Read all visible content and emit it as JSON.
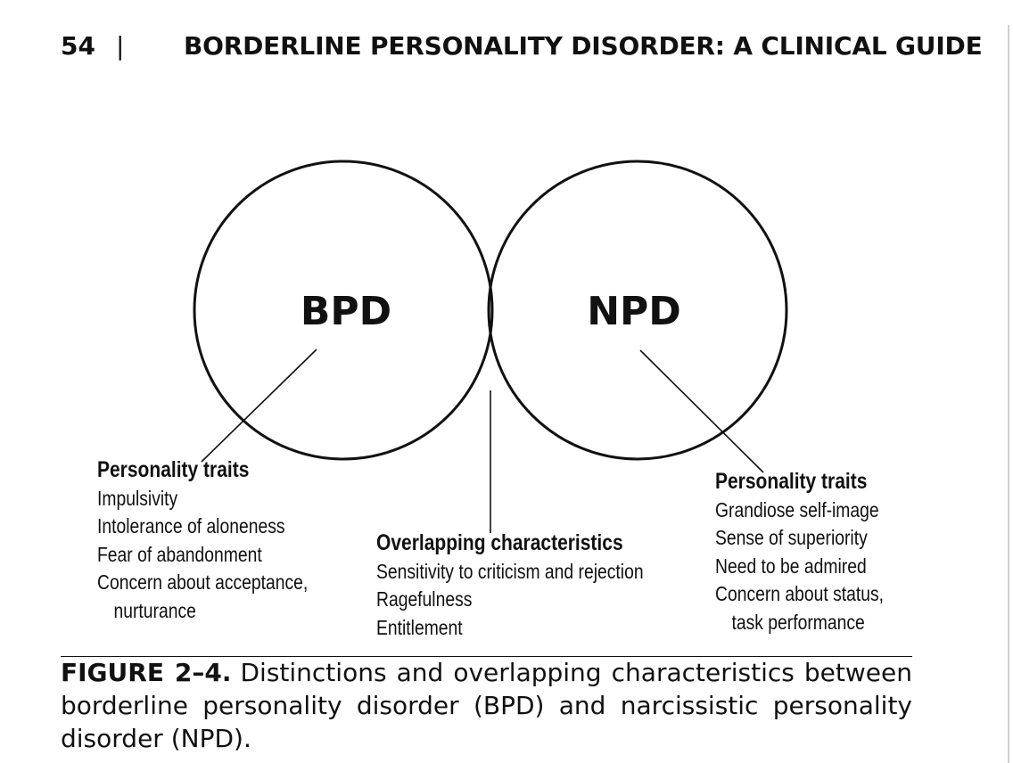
{
  "header": {
    "page_number": "54",
    "separator": "|",
    "title": "BORDERLINE PERSONALITY DISORDER: A CLINICAL GUIDE"
  },
  "diagram": {
    "left_circle_label": "BPD",
    "right_circle_label": "NPD",
    "overlap_fill": "#b8b9bb",
    "stroke_color": "#111111",
    "bpd_traits": {
      "heading": "Personality traits",
      "items": [
        "Impulsivity",
        "Intolerance of aloneness",
        "Fear of abandonment",
        "Concern about acceptance,",
        "nurturance"
      ]
    },
    "overlap": {
      "heading": "Overlapping characteristics",
      "items": [
        "Sensitivity to criticism and rejection",
        "Ragefulness",
        "Entitlement"
      ]
    },
    "npd_traits": {
      "heading": "Personality traits",
      "items": [
        "Grandiose self-image",
        "Sense of superiority",
        "Need to be admired",
        "Concern about status,",
        "task performance"
      ]
    }
  },
  "caption": {
    "label": "FIGURE 2–4.",
    "text": "Distinctions and overlapping characteristics between borderline personality disorder (BPD) and narcissistic personality disorder (NPD)."
  }
}
